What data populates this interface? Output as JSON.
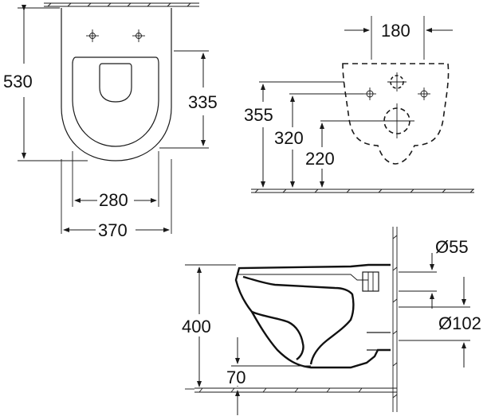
{
  "dimensions": {
    "top_view": {
      "length": "530",
      "seat_opening_depth": "335",
      "seat_opening_width": "280",
      "total_width": "370"
    },
    "rear_view": {
      "fixing_spacing": "180",
      "height_top_fixing": "355",
      "height_fixings": "320",
      "height_outlet": "220"
    },
    "side_view": {
      "rim_height": "400",
      "floor_clearance": "70",
      "inlet_diameter": "Ø55",
      "outlet_diameter": "Ø102"
    }
  }
}
